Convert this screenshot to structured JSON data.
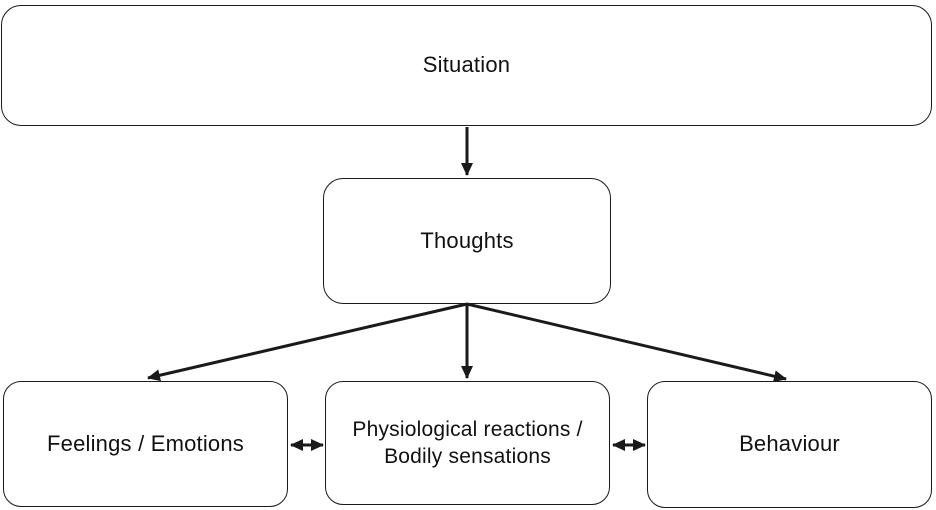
{
  "diagram": {
    "type": "flowchart",
    "nodes": [
      {
        "id": "situation",
        "label": "Situation"
      },
      {
        "id": "thoughts",
        "label": "Thoughts"
      },
      {
        "id": "feelings",
        "label": "Feelings / Emotions"
      },
      {
        "id": "physiological",
        "label": "Physiological reactions /\nBodily sensations"
      },
      {
        "id": "behaviour",
        "label": "Behaviour"
      }
    ],
    "edges": [
      {
        "from": "situation",
        "to": "thoughts",
        "type": "arrow"
      },
      {
        "from": "thoughts",
        "to": "feelings",
        "type": "arrow"
      },
      {
        "from": "thoughts",
        "to": "physiological",
        "type": "arrow"
      },
      {
        "from": "thoughts",
        "to": "behaviour",
        "type": "arrow"
      },
      {
        "from": "feelings",
        "to": "physiological",
        "type": "double-arrow"
      },
      {
        "from": "physiological",
        "to": "behaviour",
        "type": "double-arrow"
      }
    ]
  },
  "colors": {
    "line": "#1a1a1a",
    "background": "#ffffff"
  }
}
